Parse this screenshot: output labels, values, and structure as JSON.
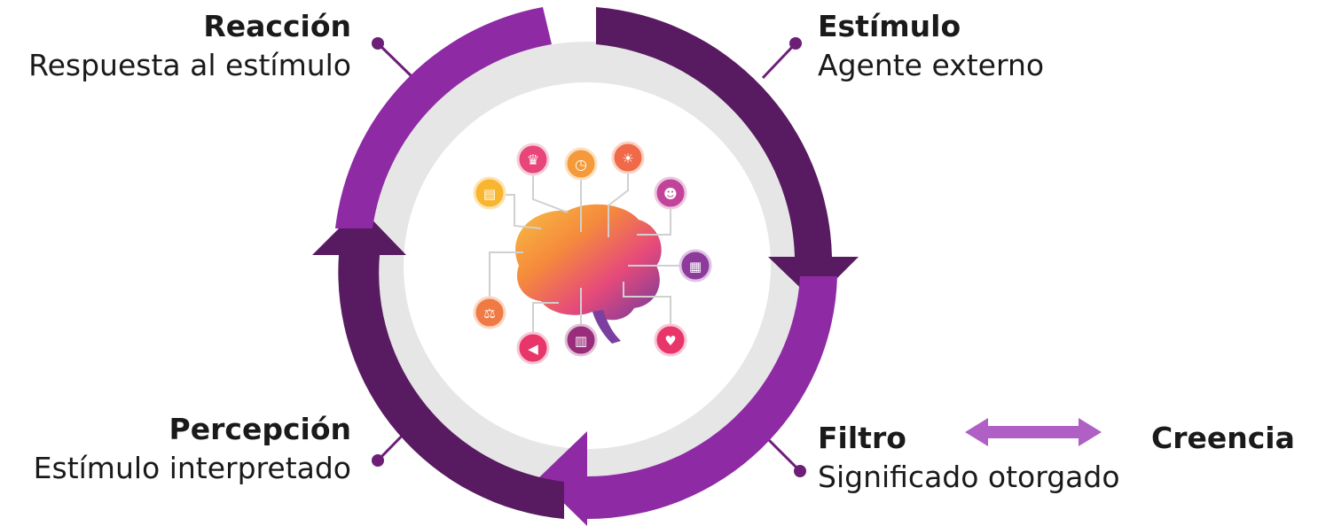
{
  "stages": [
    {
      "key": "reaccion",
      "title": "Reacción",
      "desc": "Respuesta al estímulo"
    },
    {
      "key": "estimulo",
      "title": "Estímulo",
      "desc": "Agente externo"
    },
    {
      "key": "percepcion",
      "title": "Percepción",
      "desc": "Estímulo interpretado"
    },
    {
      "key": "filtro",
      "title": "Filtro",
      "desc": "Significado otorgado"
    }
  ],
  "paired_term": "Creencia",
  "colors": {
    "light_purple": "#8e2aa4",
    "dark_purple": "#581a60",
    "ring_gray": "#e6e6e6",
    "bidirectional_arrow": "#b060c4",
    "brain_orange": "#f59a3a",
    "brain_pink": "#e64a7a",
    "brain_purple": "#7b3fa0"
  },
  "center_image": "brain-with-icons"
}
